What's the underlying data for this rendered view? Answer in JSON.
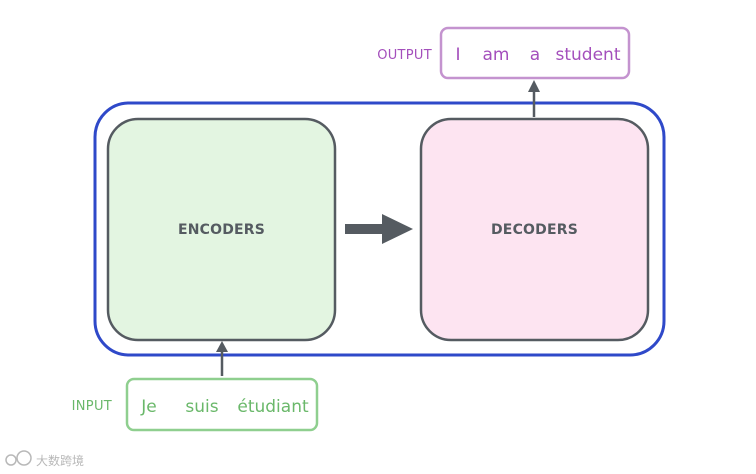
{
  "diagram": {
    "encoders_label": "ENCODERS",
    "decoders_label": "DECODERS",
    "input": {
      "label": "INPUT",
      "tokens": [
        "Je",
        "suis",
        "étudiant"
      ]
    },
    "output": {
      "label": "OUTPUT",
      "tokens": [
        "I",
        "am",
        "a",
        "student"
      ]
    },
    "watermark": "大数跨境"
  },
  "colors": {
    "outer_border": "#2f49c9",
    "block_border": "#555b61",
    "encoder_fill": "#e3f5e1",
    "decoder_fill": "#fde4f1",
    "arrow": "#555b61",
    "input_color": "#6ab86a",
    "input_border": "#8fcf8f",
    "output_color": "#a44fbc",
    "output_border": "#c493cf",
    "watermark": "#b8b8b8"
  }
}
